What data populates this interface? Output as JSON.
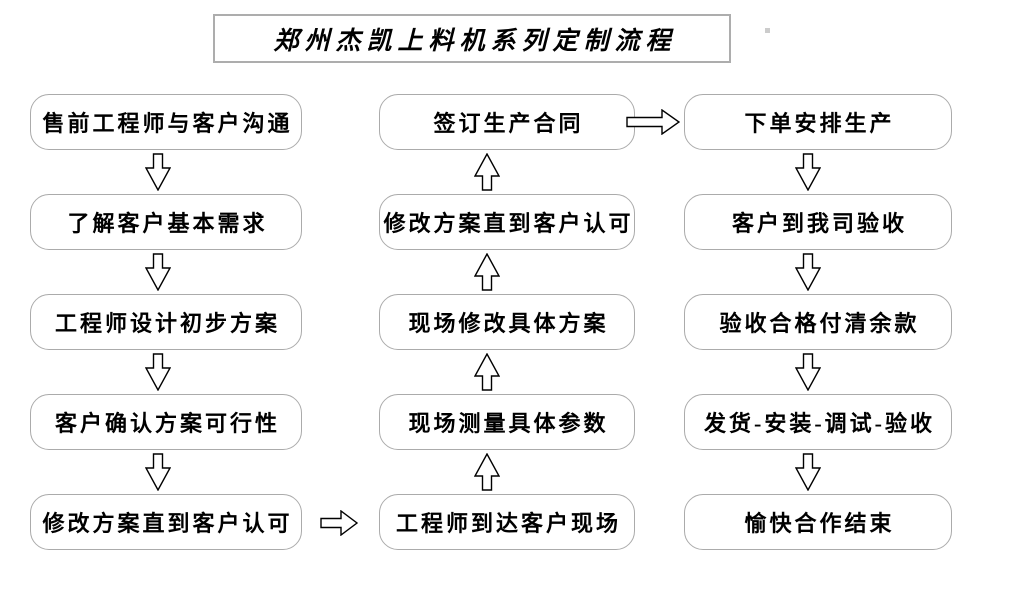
{
  "title": "郑州杰凯上料机系列定制流程",
  "colors": {
    "background": "#ffffff",
    "box_border": "#ababab",
    "title_border": "#adadad",
    "text": "#000000",
    "arrow_outline": "#000000",
    "arrow_fill": "#ffffff"
  },
  "icons": {
    "down_arrow": "⇩",
    "up_arrow": "⇧",
    "right_arrow": "⇨"
  },
  "columns": {
    "left": {
      "boxes": [
        "售前工程师与客户沟通",
        "了解客户基本需求",
        "工程师设计初步方案",
        "客户确认方案可行性",
        "修改方案直到客户认可"
      ]
    },
    "middle": {
      "boxes": [
        "签订生产合同",
        "修改方案直到客户认可",
        "现场修改具体方案",
        "现场测量具体参数",
        "工程师到达客户现场"
      ]
    },
    "right": {
      "boxes": [
        "下单安排生产",
        "客户到我司验收",
        "验收合格付清余款",
        "发货-安装-调试-验收",
        "愉快合作结束"
      ]
    }
  }
}
